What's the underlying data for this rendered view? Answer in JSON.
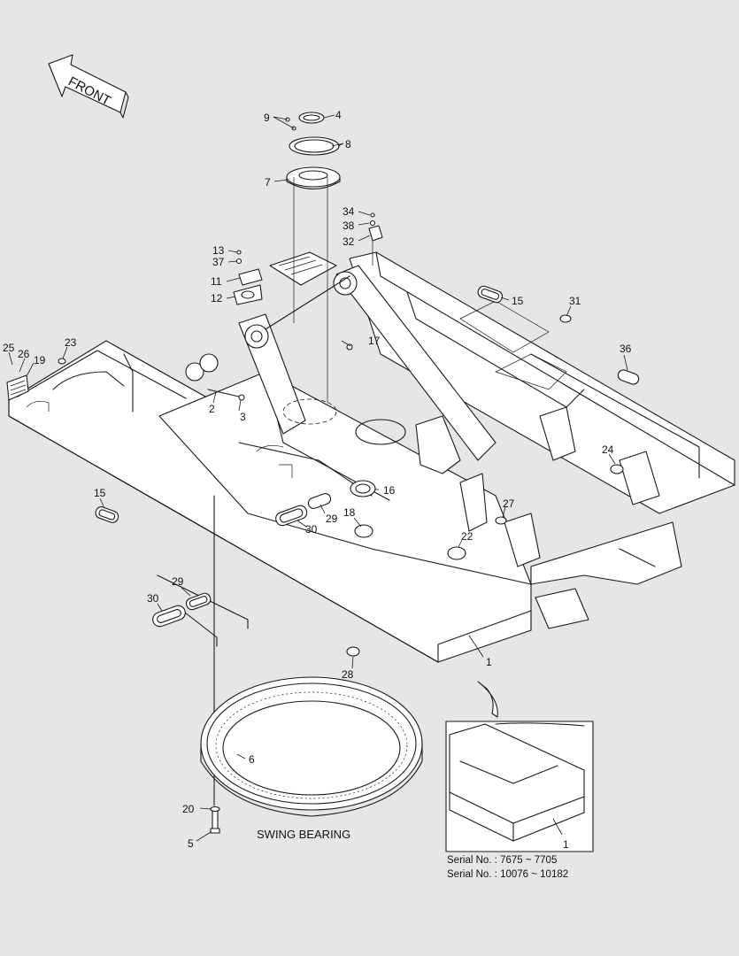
{
  "front_label": "FRONT",
  "swing_bearing_label": "SWING BEARING",
  "serials": [
    "Serial No. : 7675 ~ 7705",
    "Serial No. : 10076 ~ 10182"
  ],
  "callouts": {
    "c4": "4",
    "c9": "9",
    "c8": "8",
    "c7": "7",
    "c34": "34",
    "c38": "38",
    "c32": "32",
    "c13": "13",
    "c37": "37",
    "c11": "11",
    "c12": "12",
    "c15a": "15",
    "c31": "31",
    "c17": "17",
    "c36": "36",
    "c25": "25",
    "c26": "26",
    "c19": "19",
    "c23": "23",
    "c2": "2",
    "c3": "3",
    "c15b": "15",
    "c16": "16",
    "c29a": "29",
    "c30a": "30",
    "c18": "18",
    "c27": "27",
    "c24": "24",
    "c22": "22",
    "c29b": "29",
    "c30b": "30",
    "c28": "28",
    "c1": "1",
    "c6": "6",
    "c20": "20",
    "c5": "5",
    "c1inset": "1"
  }
}
